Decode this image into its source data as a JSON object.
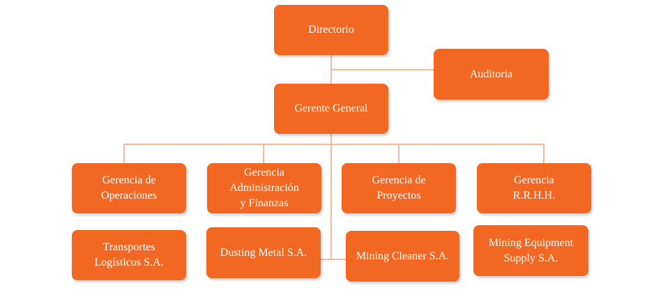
{
  "chart": {
    "nodes": {
      "directorio": "Directorio",
      "auditoria": "Auditoria",
      "gerente_general": "Gerente General",
      "gerencia_operaciones": "Gerencia de\nOperaciones",
      "gerencia_administracion": "Gerencia\nAdministración\n y Finanzas",
      "gerencia_proyectos": "Gerencia de\nProyectos",
      "gerencia_rrhh": "Gerencia\nR.R.H.H.",
      "transportes_logisticos": "Transportes\nLogísticos S.A.",
      "dusting_metal": "Dusting Metal S.A.",
      "mining_cleaner": "Mining Cleaner S.A.",
      "mining_equipment": "Mining Equipment\nSupply S.A."
    }
  },
  "colors": {
    "box_fill": "#f26722",
    "box_text": "#ffffff",
    "connector": "#f4a07a"
  }
}
